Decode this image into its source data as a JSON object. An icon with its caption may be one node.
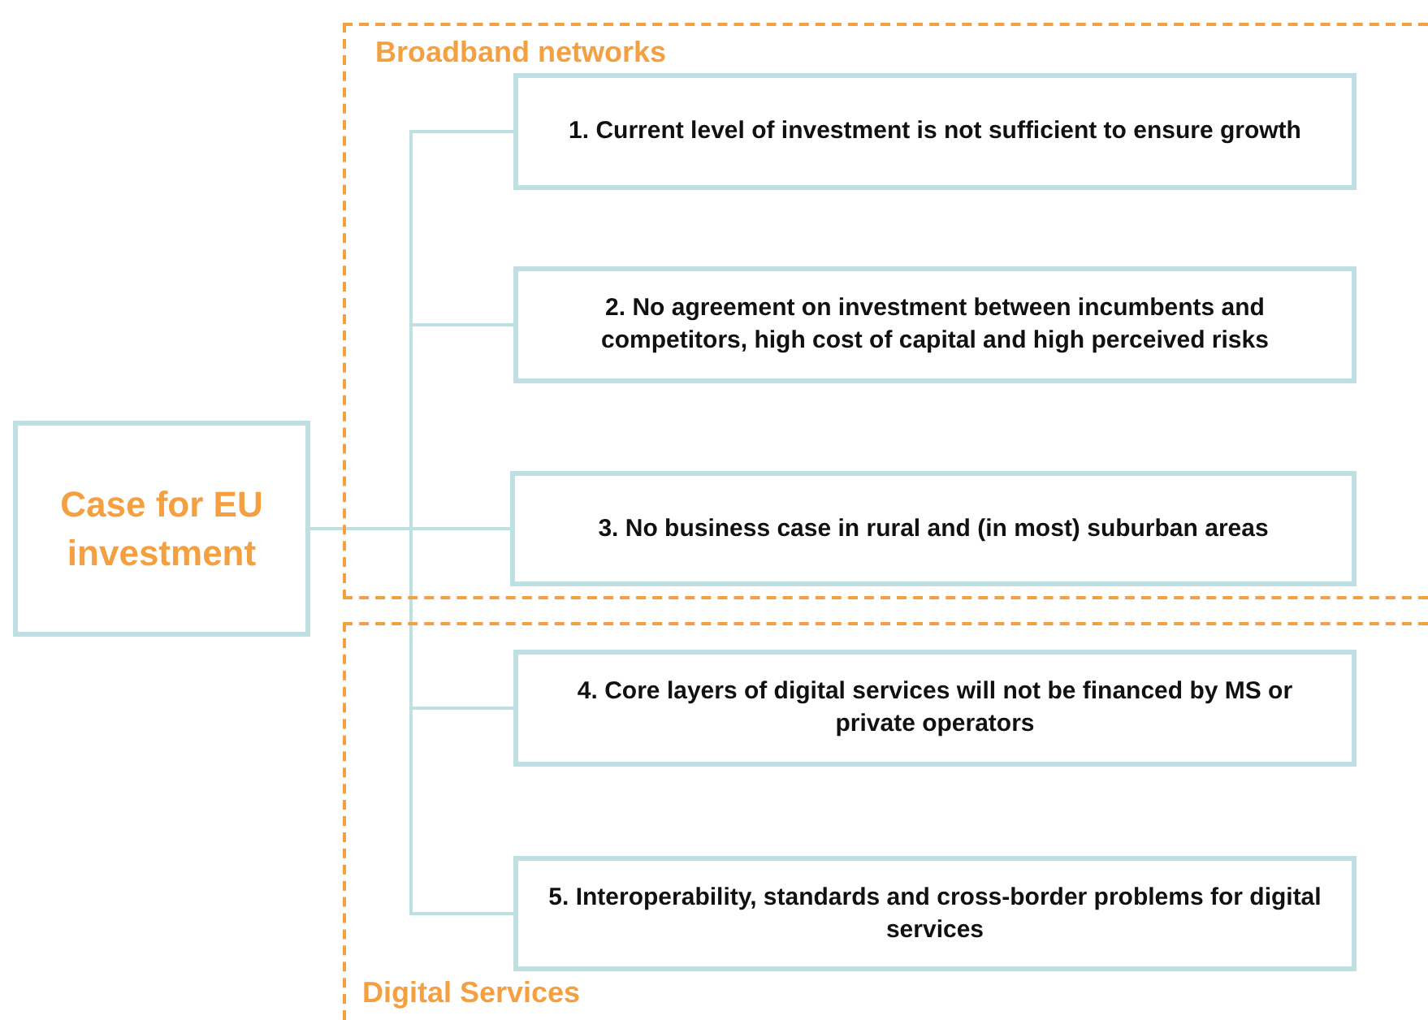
{
  "diagram": {
    "nodes": [
      {
        "text": [
          "Case for EU investment"
        ]
      },
      {
        "text": [
          "Broadband networks"
        ]
      },
      {
        "text": [
          "1. Current level of investment is not sufficient to ensure growth"
        ],
        "in": 1
      },
      {
        "text": [
          "2. No agreement on investment between incumbents and competitors, high cost of capital and high perceived risks"
        ],
        "in": 1
      },
      {
        "text": [
          "3. No business case in rural and (in most) suburban areas"
        ],
        "in": 1
      },
      {
        "text": [
          "Digital Services"
        ]
      },
      {
        "text": [
          "4. Core layers of digital services will not be financed by MS or private operators"
        ],
        "in": 5
      },
      {
        "text": [
          "5. Interoperability, standards and cross-border problems for digital services"
        ],
        "in": 5
      }
    ],
    "edges": [
      {
        "from": 0,
        "to": 2,
        "arrow": "none"
      },
      {
        "from": 0,
        "to": 3,
        "arrow": "none"
      },
      {
        "from": 0,
        "to": 4,
        "arrow": "none"
      },
      {
        "from": 0,
        "to": 6,
        "arrow": "none"
      },
      {
        "from": 0,
        "to": 7,
        "arrow": "none"
      }
    ]
  }
}
